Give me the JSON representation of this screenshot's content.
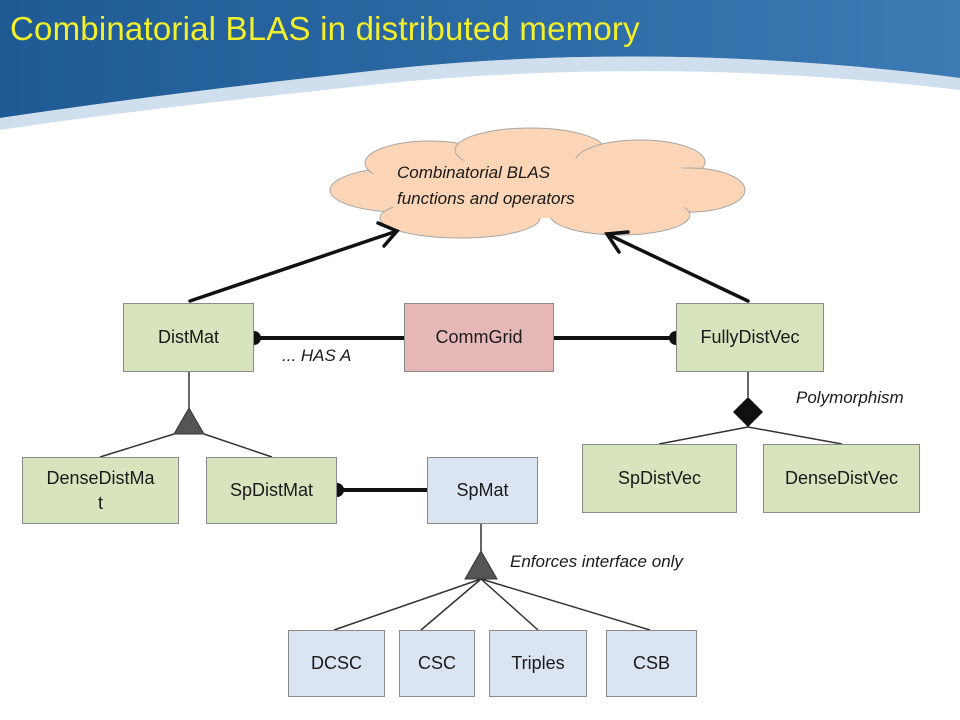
{
  "slide": {
    "title": "Combinatorial BLAS in distributed memory",
    "header_colors": {
      "dark": "#1f5a94",
      "light": "#7fa8d0"
    }
  },
  "diagram": {
    "cloud": {
      "line1": "Combinatorial BLAS",
      "line2": "functions and operators"
    },
    "nodes": {
      "distmat": "DistMat",
      "commgrid": "CommGrid",
      "fullydistvec": "FullyDistVec",
      "densedistmat_line1": "DenseDistMa",
      "densedistmat_line2": "t",
      "spdistmat": "SpDistMat",
      "spmat": "SpMat",
      "spdistvec": "SpDistVec",
      "densedistvec": "DenseDistVec",
      "dcsc": "DCSC",
      "csc": "CSC",
      "triples": "Triples",
      "csb": "CSB"
    },
    "labels": {
      "has_a": "... HAS A",
      "polymorphism": "Polymorphism",
      "enforces": "Enforces interface only"
    },
    "colors": {
      "green": "#d7e4bd",
      "pink": "#e6b9b8",
      "blue": "#dbe5f1",
      "cloud": "#fbd5b5"
    }
  }
}
